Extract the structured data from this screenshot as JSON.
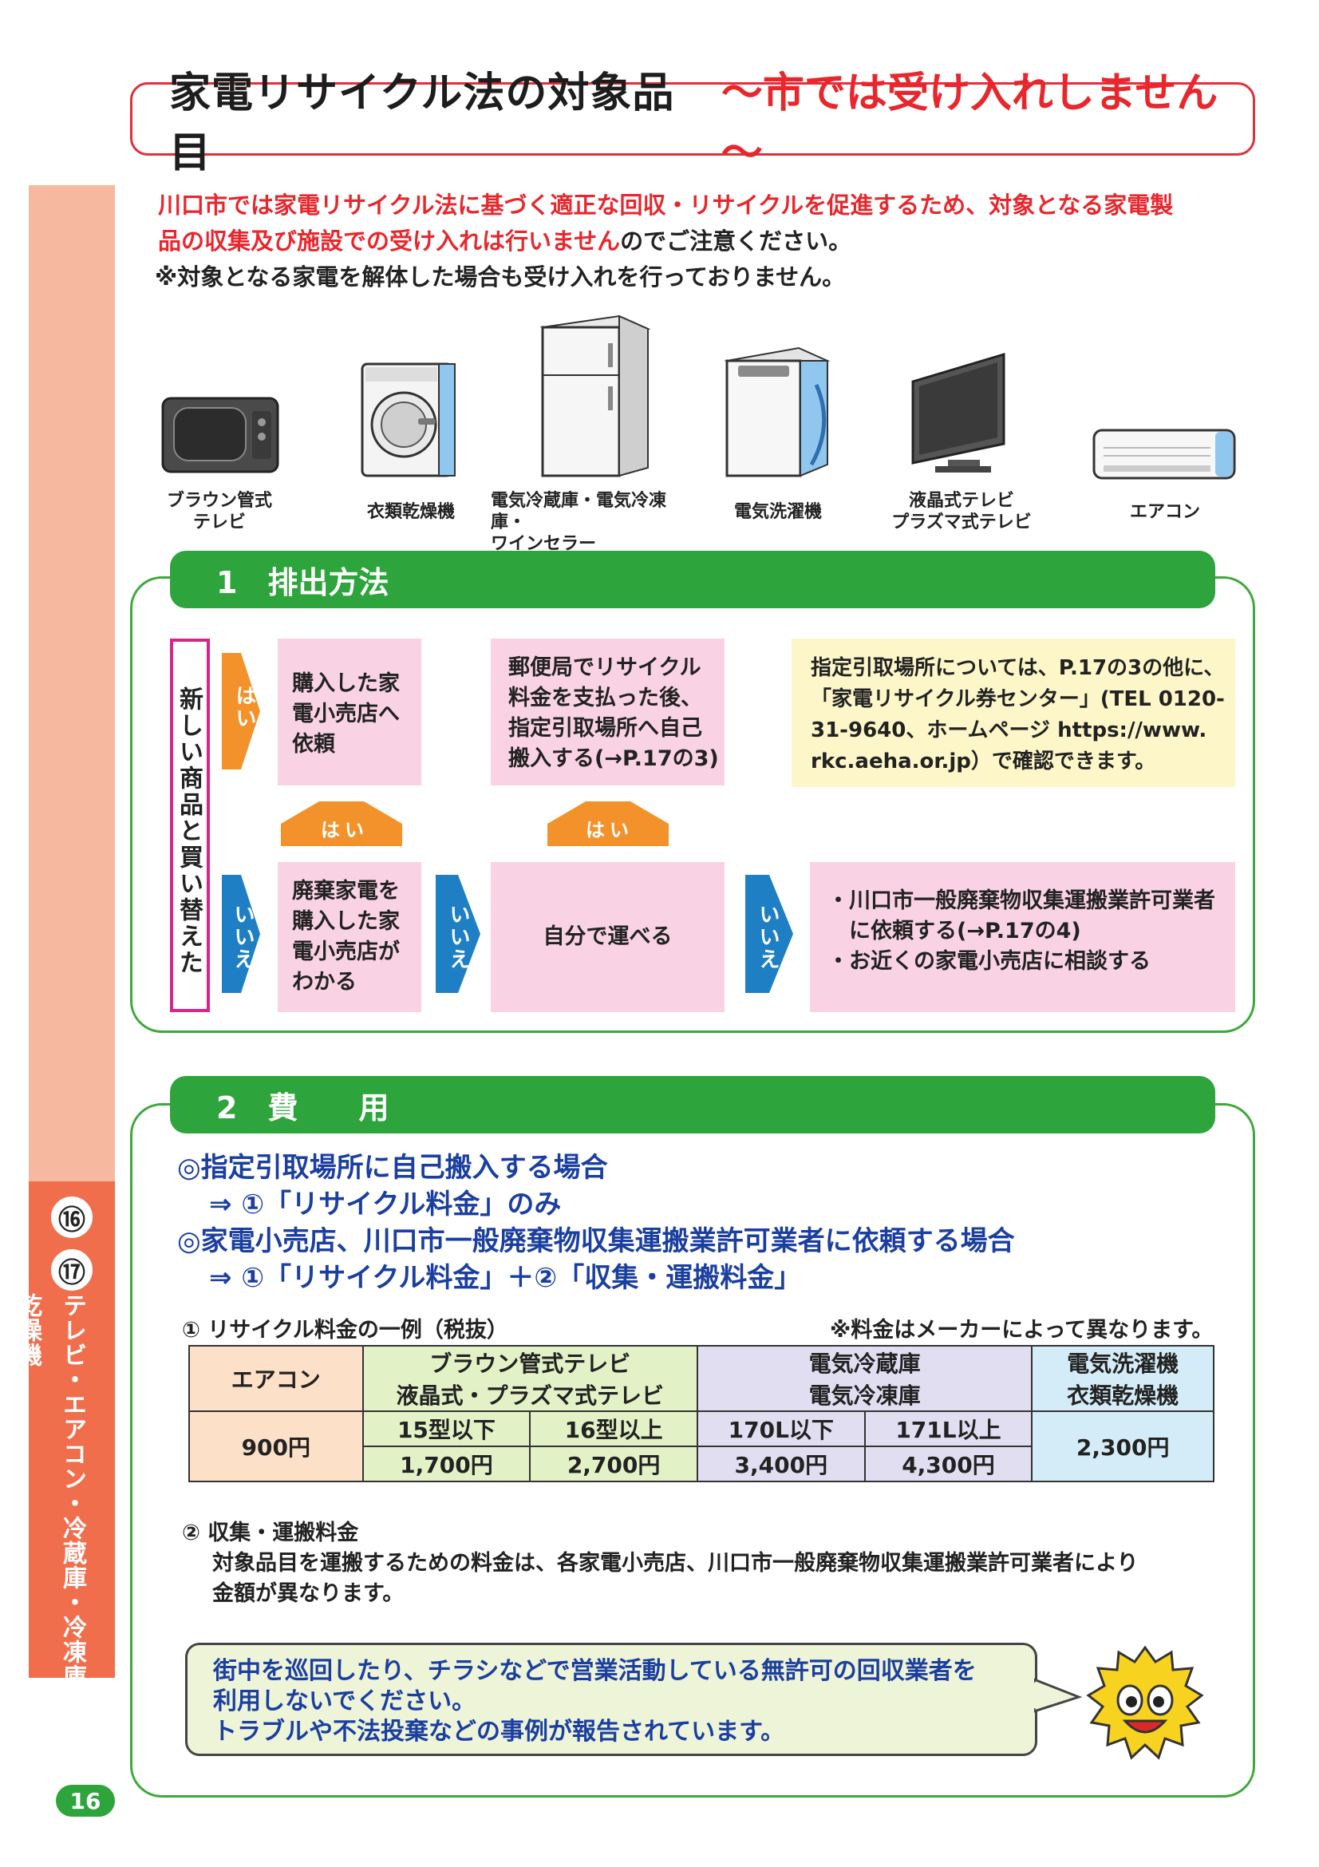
{
  "title": {
    "main": "家電リサイクル法の対象品目",
    "sub": "～市では受け入れしません～"
  },
  "sidebar": {
    "num1": "⑯",
    "sep": "・",
    "num2": "⑰",
    "text": "テレビ・エアコン・冷蔵庫・冷凍庫・洗濯機・衣類乾燥機"
  },
  "intro": {
    "line1_red": "川口市では家電リサイクル法に基づく適正な回収・リサイクルを促進するため、対象となる家電製",
    "line2_red": "品の収集及び施設での受け入れは行いません",
    "line2_black": "のでご注意ください。",
    "line3": "※対象となる家電を解体した場合も受け入れを行っておりません。"
  },
  "appliances": [
    {
      "l1": "ブラウン管式",
      "l2": "テレビ",
      "icon": "crt-tv-icon"
    },
    {
      "l1": "衣類乾燥機",
      "l2": "",
      "icon": "dryer-icon"
    },
    {
      "l1": "電気冷蔵庫・電気冷凍庫・",
      "l2": "ワインセラー",
      "icon": "refrigerator-icon"
    },
    {
      "l1": "電気洗濯機",
      "l2": "",
      "icon": "washing-machine-icon"
    },
    {
      "l1": "液晶式テレビ",
      "l2": "プラズマ式テレビ",
      "icon": "flat-tv-icon"
    },
    {
      "l1": "エアコン",
      "l2": "",
      "icon": "air-conditioner-icon"
    }
  ],
  "section1": {
    "header": "1　排出方法",
    "vertical_label": "新しい商品と買い替えた",
    "yes": "はい",
    "no": "いいえ",
    "box_buy_store": [
      "購入した家",
      "電小売店へ",
      "依頼"
    ],
    "box_post": [
      "郵便局でリサイクル",
      "料金を支払った後、",
      "指定引取場所へ自己",
      "搬入する(→P.17の3)"
    ],
    "box_info": [
      "指定引取場所については、P.17の3の他に、",
      "「家電リサイクル券センター」(TEL 0120-",
      "31-9640、ホームページ https://www.",
      "rkc.aeha.or.jp）で確認できます。"
    ],
    "box_know_store": [
      "廃棄家電を",
      "購入した家",
      "電小売店が",
      "わかる"
    ],
    "box_self": "自分で運べる",
    "box_contractor": [
      "・川口市一般廃棄物収集運搬業許可業者",
      "　に依頼する(→P.17の4)",
      "・お近くの家電小売店に相談する"
    ]
  },
  "section2": {
    "header": "2　費　　用",
    "case1": "◎指定引取場所に自己搬入する場合",
    "case1_result": "⇒ ①「リサイクル料金」のみ",
    "case2": "◎家電小売店、川口市一般廃棄物収集運搬業許可業者に依頼する場合",
    "case2_result": "⇒ ①「リサイクル料金」＋②「収集・運搬料金」",
    "fee_title": "① リサイクル料金の一例（税抜）",
    "fee_note": "※料金はメーカーによって異なります。",
    "table": {
      "h_ac": "エアコン",
      "h_tv1": "ブラウン管式テレビ",
      "h_tv2": "液晶式・プラズマ式テレビ",
      "h_fr1": "電気冷蔵庫",
      "h_fr2": "電気冷凍庫",
      "h_wa1": "電気洗濯機",
      "h_wa2": "衣類乾燥機",
      "sub_tv_small": "15型以下",
      "sub_tv_large": "16型以上",
      "sub_fr_small": "170L以下",
      "sub_fr_large": "171L以上",
      "v_ac": "900円",
      "v_tv_small": "1,700円",
      "v_tv_large": "2,700円",
      "v_fr_small": "3,400円",
      "v_fr_large": "4,300円",
      "v_wa": "2,300円"
    },
    "collect_title": "② 収集・運搬料金",
    "collect_l1": "対象品目を運搬するための料金は、各家電小売店、川口市一般廃棄物収集運搬業許可業者により",
    "collect_l2": "金額が異なります。",
    "warn_l1": "街中を巡回したり、チラシなどで営業活動している無許可の回収業者を",
    "warn_l2": "利用しないでください。",
    "warn_l3": "トラブルや不法投棄などの事例が報告されています。"
  },
  "page_number": "16",
  "colors": {
    "green": "#2ea43c",
    "red": "#e8272d",
    "orange": "#f3922b",
    "blue": "#1f7fc4",
    "pink": "#f9d3e3"
  }
}
